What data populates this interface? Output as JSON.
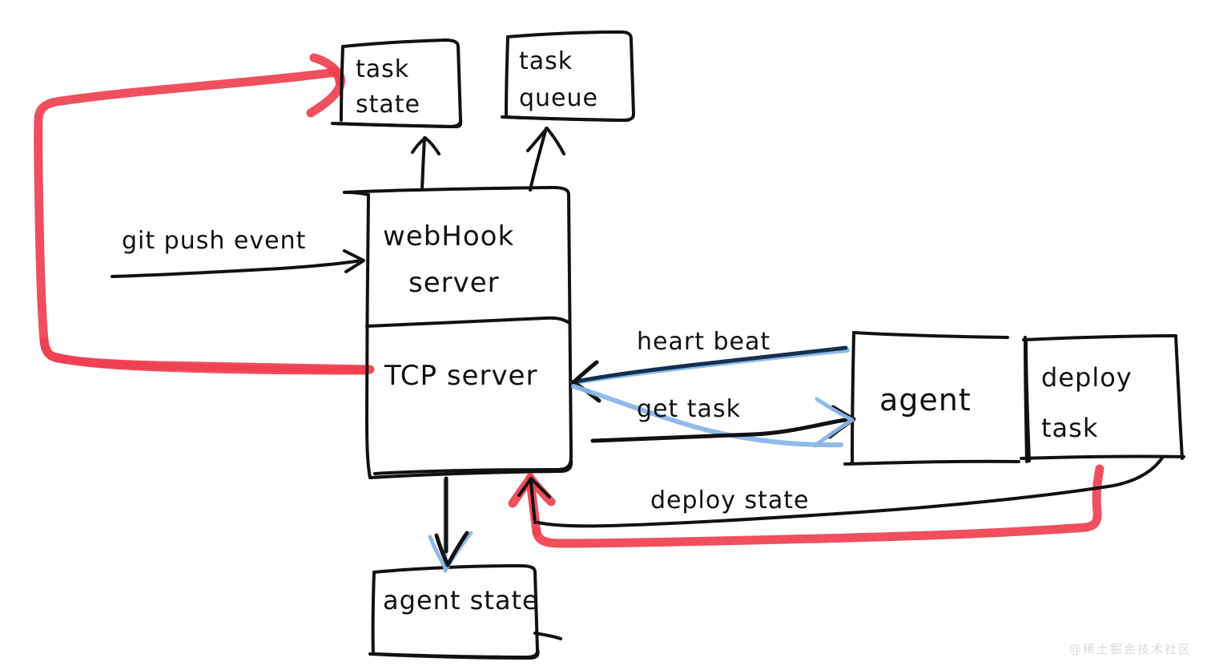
{
  "diagram": {
    "title": "webhook deploy architecture sketch",
    "style": "hand-drawn whiteboard sketch",
    "colors": {
      "ink": "#111111",
      "red": "#ef4050",
      "blue_highlight": "#8ab6e8",
      "navy": "#1a3a63",
      "background": "#ffffff",
      "watermark": "#d6dadf"
    },
    "boxes": [
      {
        "id": "task-state",
        "label": "task\nstate",
        "line1": "task",
        "line2": "state"
      },
      {
        "id": "task-queue",
        "label": "task\nqueue",
        "line1": "task",
        "line2": "queue"
      },
      {
        "id": "webhook-server",
        "label": "webHook\nserver",
        "line1": "webHook",
        "line2": "server"
      },
      {
        "id": "tcp-server",
        "label": "TCP server",
        "line1": "TCP server",
        "line2": ""
      },
      {
        "id": "agent",
        "label": "agent",
        "line1": "agent",
        "line2": ""
      },
      {
        "id": "deploy-task",
        "label": "deploy\ntask",
        "line1": "deploy",
        "line2": "task"
      },
      {
        "id": "agent-state",
        "label": "agent state",
        "line1": "agent state",
        "line2": ""
      }
    ],
    "edges": [
      {
        "id": "git-push-event",
        "label": "git push event",
        "color": "black",
        "from": "external",
        "to": "webhook-server"
      },
      {
        "id": "heart-beat",
        "label": "heart beat",
        "color": "black",
        "from": "agent",
        "to": "tcp-server"
      },
      {
        "id": "get-task",
        "label": "get task",
        "color": "black",
        "from": "tcp-server",
        "to": "agent"
      },
      {
        "id": "deploy-state",
        "label": "deploy state",
        "color": "red",
        "from": "deploy-task",
        "to": "tcp-server"
      },
      {
        "id": "task-state-write",
        "label": "",
        "color": "black",
        "from": "webhook-server",
        "to": "task-state"
      },
      {
        "id": "task-queue-write",
        "label": "",
        "color": "black",
        "from": "webhook-server",
        "to": "task-queue"
      },
      {
        "id": "agent-state-write",
        "label": "",
        "color": "black",
        "from": "tcp-server",
        "to": "agent-state"
      },
      {
        "id": "task-state-update",
        "label": "",
        "color": "red",
        "from": "tcp-server",
        "to": "task-state"
      }
    ]
  },
  "watermark": {
    "text": "@稀土掘金技术社区"
  }
}
